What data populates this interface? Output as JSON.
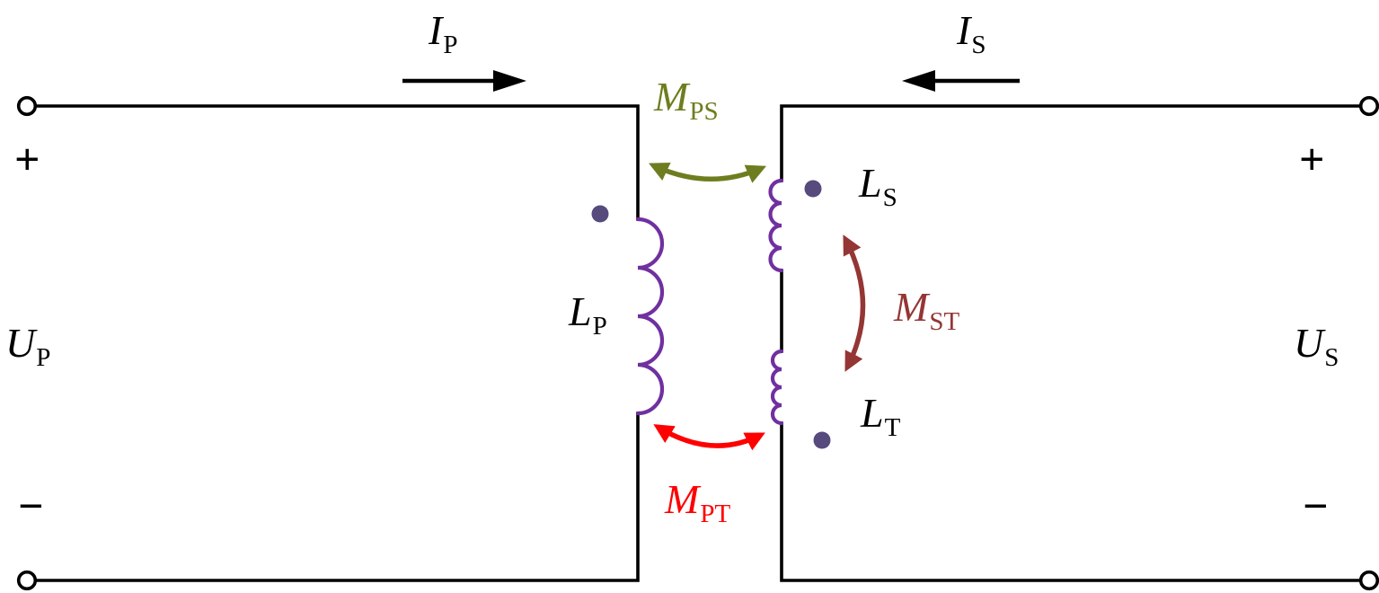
{
  "labels": {
    "u_p": {
      "main": "U",
      "sub": "P"
    },
    "u_s": {
      "main": "U",
      "sub": "S"
    },
    "i_p": {
      "main": "I",
      "sub": "P"
    },
    "i_s": {
      "main": "I",
      "sub": "S"
    },
    "l_p": {
      "main": "L",
      "sub": "P"
    },
    "l_s": {
      "main": "L",
      "sub": "S"
    },
    "l_t": {
      "main": "L",
      "sub": "T"
    },
    "m_ps": {
      "main": "M",
      "sub": "PS"
    },
    "m_st": {
      "main": "M",
      "sub": "ST"
    },
    "m_pt": {
      "main": "M",
      "sub": "PT"
    },
    "plus_left": "+",
    "minus_left": "−",
    "plus_right": "+",
    "minus_right": "−"
  },
  "colors": {
    "wire": "#000000",
    "coil": "#7030a0",
    "dot": "#574a7d",
    "m_ps": "#6e7d1f",
    "m_st": "#943634",
    "m_pt": "#ff0000"
  }
}
